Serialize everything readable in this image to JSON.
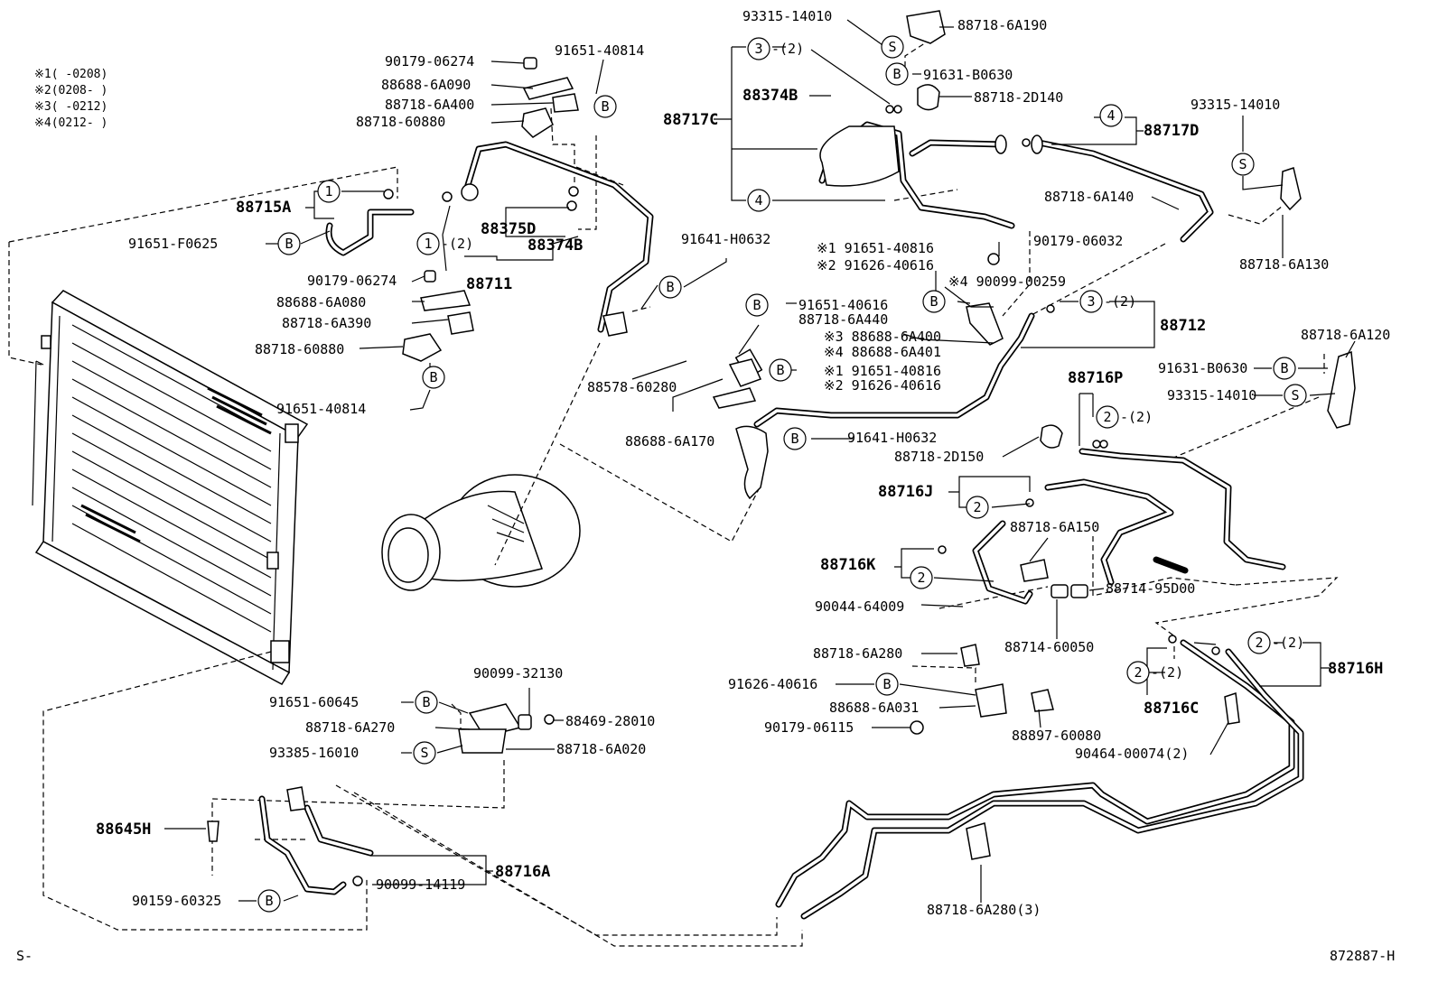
{
  "notes": [
    "※1(      -0208)",
    "※2(0208-      )",
    "※3(      -0212)",
    "※4(0212-      )"
  ],
  "footer": {
    "left": "S-",
    "right": "872887-H"
  },
  "parts": {
    "p88715A": "88715A",
    "p91651F0625": "91651-F0625",
    "p90179_06274a": "90179-06274",
    "p88688_6A090": "88688-6A090",
    "p88718_6A400": "88718-6A400",
    "p88718_60880a": "88718-60880",
    "p91651_40814a": "91651-40814",
    "p88375D": "88375D",
    "p88374Ba": "88374B",
    "p88711": "88711",
    "p90179_06274b": "90179-06274",
    "p88688_6A080": "88688-6A080",
    "p88718_6A390": "88718-6A390",
    "p88718_60880b": "88718-60880",
    "p91651_40814b": "91651-40814",
    "p91641_H0632a": "91641-H0632",
    "p88578_60280": "88578-60280",
    "p88688_6A170": "88688-6A170",
    "p93315_14010a": "93315-14010",
    "p88718_6A190": "88718-6A190",
    "p91631_B0630a": "91631-B0630",
    "p88717C": "88717C",
    "p88374Bb": "88374B",
    "p88718_2D140": "88718-2D140",
    "p88717D": "88717D",
    "p93315_14010b": "93315-14010",
    "p88718_6A140": "88718-6A140",
    "p88718_6A130": "88718-6A130",
    "p90179_06032": "90179-06032",
    "p_s1_91651_40816a": "※1 91651-40816",
    "p_s2_91626_40616a": "※2 91626-40616",
    "p_s4_90099_00259": "※4 90099-00259",
    "p91651_40616": "91651-40616",
    "p88718_6A440": "88718-6A440",
    "p_s3_88688_6A400": "※3 88688-6A400",
    "p_s4_88688_6A401": "※4 88688-6A401",
    "p88712": "88712",
    "p_s1_91651_40816b": "※1 91651-40816",
    "p_s2_91626_40616b": "※2 91626-40616",
    "p91641_H0632b": "91641-H0632",
    "p88718_6A120": "88718-6A120",
    "p91631_B0630b": "91631-B0630",
    "p93315_14010c": "93315-14010",
    "p88716P": "88716P",
    "p88718_2D150": "88718-2D150",
    "p88716J": "88716J",
    "p88718_6A150": "88718-6A150",
    "p88716K": "88716K",
    "p88714_95D00": "88714-95D00",
    "p90044_64009": "90044-64009",
    "p88714_60050": "88714-60050",
    "p88718_6A280": "88718-6A280",
    "p91626_40616": "91626-40616",
    "p88688_6A031": "88688-6A031",
    "p90179_06115": "90179-06115",
    "p88897_60080": "88897-60080",
    "p88716C": "88716C",
    "p88716H": "88716H",
    "p90464_00074": "90464-00074(2)",
    "p90099_32130": "90099-32130",
    "p91651_60645": "91651-60645",
    "p88469_28010": "88469-28010",
    "p88718_6A270": "88718-6A270",
    "p88718_6A020": "88718-6A020",
    "p93385_16010": "93385-16010",
    "p88645H": "88645H",
    "p88716A": "88716A",
    "p90099_14119": "90099-14119",
    "p90159_60325": "90159-60325",
    "p88718_6A280x3": "88718-6A280(3)"
  },
  "symbols": {
    "b": "B",
    "s": "S",
    "n1": "1",
    "n2": "2",
    "n3": "3",
    "n4": "4",
    "q2": "-(2)"
  }
}
